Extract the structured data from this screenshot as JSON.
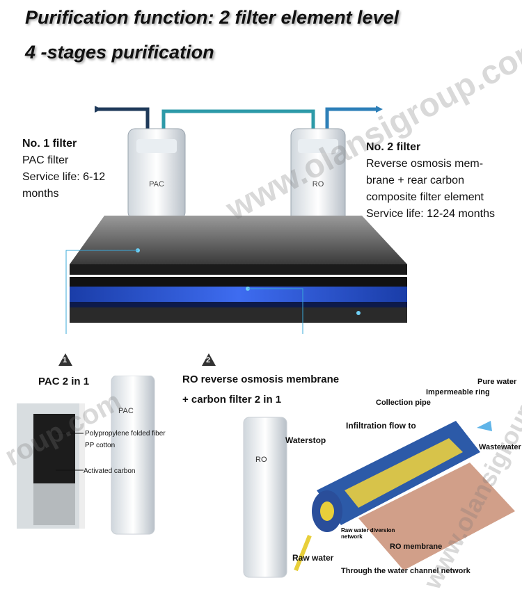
{
  "headline": {
    "line1": "Purification function: 2 filter element level",
    "line2": "4 -stages purification"
  },
  "filter1": {
    "title": "No. 1 filter",
    "line1": "PAC filter",
    "line2": "Service life: 6-12",
    "line3": "months",
    "cartridge_label": "PAC"
  },
  "filter2": {
    "title": "No. 2 filter",
    "line1": "Reverse osmosis mem-",
    "line2": "brane + rear carbon",
    "line3": "composite filter element",
    "line4": "Service life: 12-24 months",
    "cartridge_label": "RO"
  },
  "section1": {
    "badge": "1",
    "title": "PAC 2 in 1",
    "cartridge_label": "PAC",
    "label_fiber": "Polypropylene folded fiber",
    "label_pp": "PP cotton",
    "label_carbon": "Activated carbon"
  },
  "section2": {
    "badge": "2",
    "title_line1": "RO reverse osmosis membrane",
    "title_line2": "+ carbon filter 2 in 1",
    "cartridge_label": "RO",
    "labels": {
      "pure_water": "Pure water",
      "impermeable_ring": "Impermeable ring",
      "collection_pipe": "Collection pipe",
      "infiltration": "Infiltration flow to",
      "waterstop": "Waterstop",
      "wastewater": "Wastewater",
      "diversion": "Raw water diversion network",
      "ro_membrane": "RO membrane",
      "raw_water": "Raw water",
      "channel": "Through the water channel network"
    }
  },
  "watermark": {
    "text1": "www.olansigroup.com",
    "text2": "roup.com",
    "text3": "www.olansigroup.com"
  },
  "colors": {
    "pipe_blue": "#2d7fb8",
    "pipe_dark": "#1f3a5a",
    "accent_line": "#3aa8d8"
  }
}
